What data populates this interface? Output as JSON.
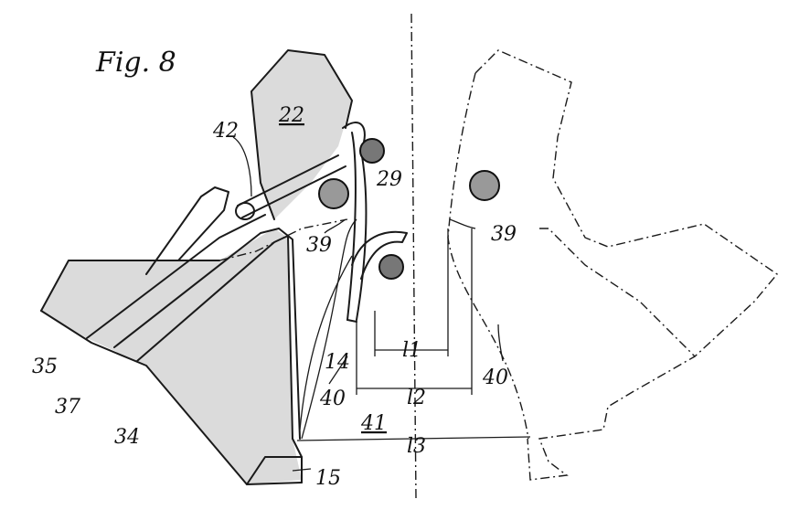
{
  "figure": {
    "title": "Fig. 8",
    "labels": {
      "part_22": "22",
      "part_42": "42",
      "part_29": "29",
      "part_39_left": "39",
      "part_39_right": "39",
      "part_35": "35",
      "part_37": "37",
      "part_34": "34",
      "part_14": "14",
      "part_40_left": "40",
      "part_40_right": "40",
      "part_41": "41",
      "part_15": "15",
      "dim_l1": "l1",
      "dim_l2": "l2",
      "dim_l3": "l3"
    }
  }
}
